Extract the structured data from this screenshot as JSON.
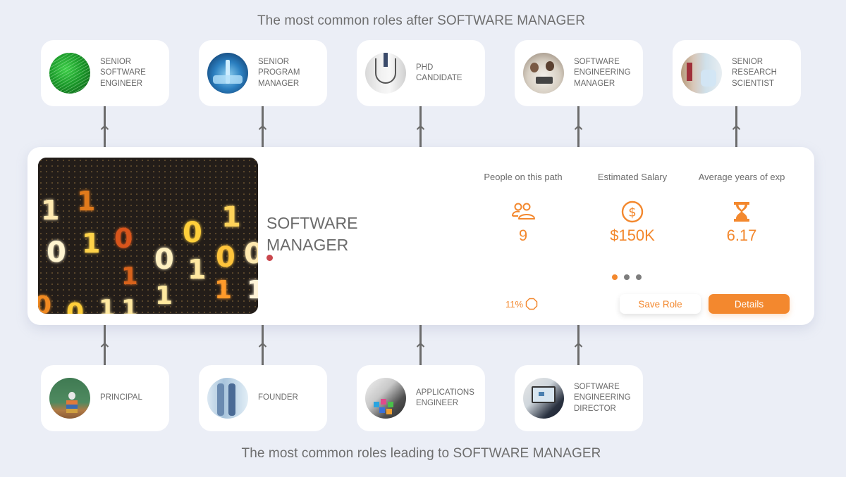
{
  "titles": {
    "top": "The most common roles after SOFTWARE MANAGER",
    "bottom": "The most common roles leading to SOFTWARE MANAGER"
  },
  "next_roles": [
    {
      "name": "SENIOR\nSOFTWARE\nENGINEER",
      "thumb": "green-code"
    },
    {
      "name": "SENIOR\nPROGRAM\nMANAGER",
      "thumb": "blue-chess"
    },
    {
      "name": "PHD\nCANDIDATE",
      "thumb": "doctor-stethoscope"
    },
    {
      "name": "SOFTWARE\nENGINEERING\nMANAGER",
      "thumb": "team-meeting"
    },
    {
      "name": "SENIOR\nRESEARCH\nSCIENTIST",
      "thumb": "lab"
    }
  ],
  "previous_roles": [
    {
      "name": "PRINCIPAL",
      "thumb": "chalkboard-books"
    },
    {
      "name": "FOUNDER",
      "thumb": "business-people"
    },
    {
      "name": "APPLICATIONS\nENGINEER",
      "thumb": "app-icons-tablet"
    },
    {
      "name": "SOFTWARE\nENGINEERING\nDIRECTOR",
      "thumb": "laptop-presentation"
    }
  ],
  "current_role": {
    "title": "SOFTWARE\nMANAGER",
    "image": "binary-digits",
    "stats": [
      {
        "label": "People on this path",
        "icon": "people-icon",
        "value": "9"
      },
      {
        "label": "Estimated Salary",
        "icon": "dollar-circle-icon",
        "value": "$150K"
      },
      {
        "label": "Average years of exp",
        "icon": "hourglass-icon",
        "value": "6.17"
      }
    ],
    "pager": {
      "count": 3,
      "active": 0
    },
    "match_percent": "11%",
    "save_label": "Save Role",
    "details_label": "Details"
  },
  "colors": {
    "accent": "#f3882e",
    "background": "#ebeef6",
    "card": "#ffffff",
    "text": "#6b6b6b",
    "status_dot": "#c9474d"
  }
}
